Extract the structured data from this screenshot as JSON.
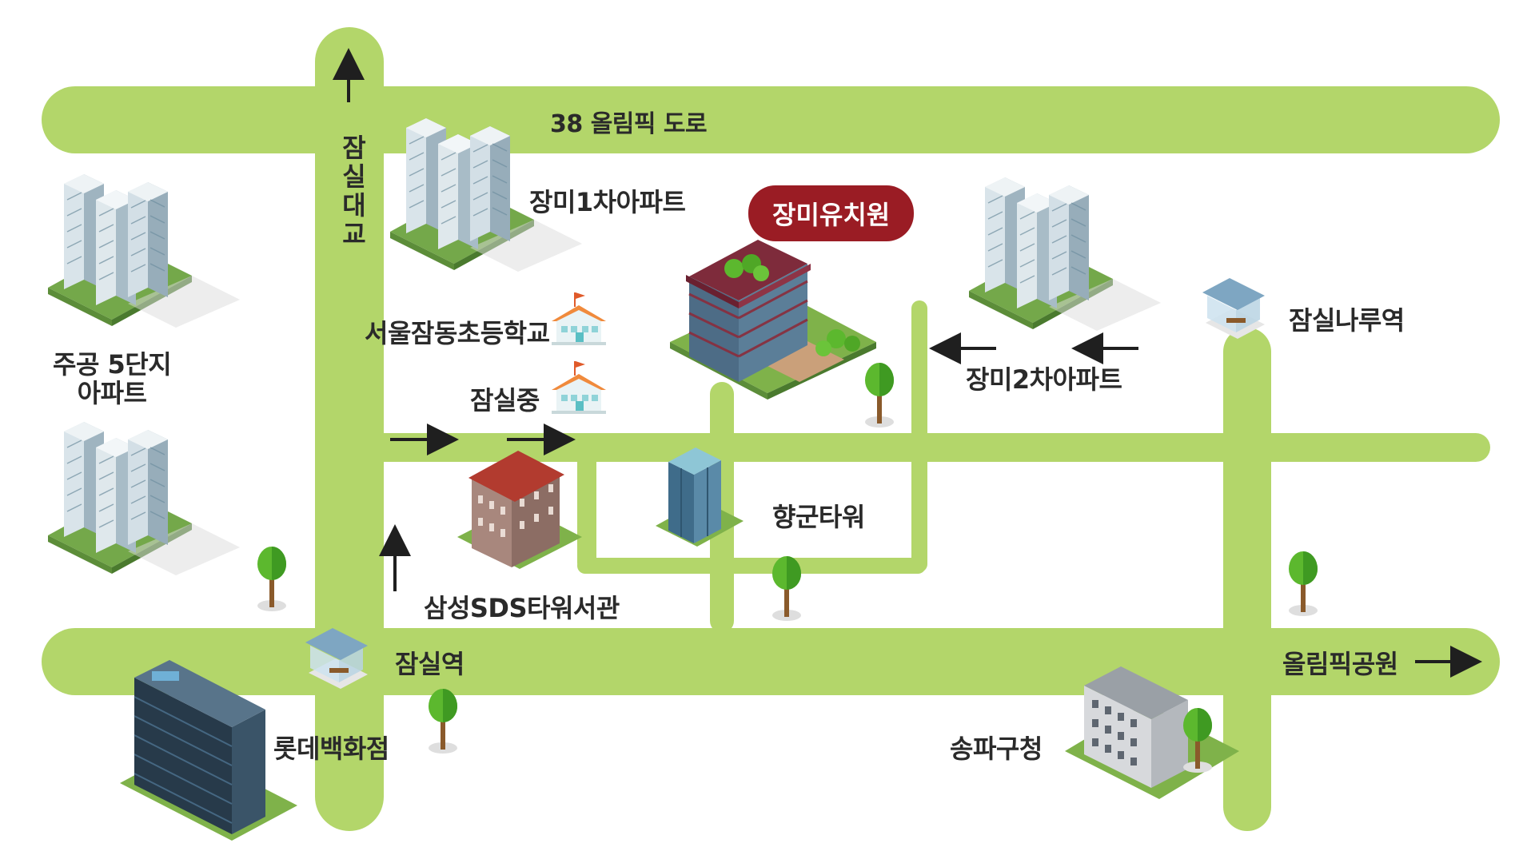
{
  "colors": {
    "road": "#b3d66a",
    "highlight": "#9a1c24",
    "tree": "#5cb82e",
    "trunk": "#8a5a2b",
    "arrow": "#1f1f1f"
  },
  "roads": {
    "top": "38 올림픽 도로",
    "bridge": "잠실대교"
  },
  "destination": "장미유치원",
  "places": {
    "jangmi1": "장미1차아파트",
    "school_elem": "서울잠동초등학교",
    "school_middle": "잠실중",
    "jugong5": "주공 5단지\n아파트",
    "jangmi2": "장미2차아파트",
    "jamsil_naru": "잠실나루역",
    "hyanggun": "향군타워",
    "samsung_sds": "삼성SDS타워서관",
    "jamsil_station": "잠실역",
    "olympic_park": "올림픽공원",
    "lotte": "롯데백화점",
    "songpa": "송파구청"
  },
  "icons": [
    "apartment-icon",
    "school-icon",
    "office-tower-icon",
    "brick-building-icon",
    "kindergarten-building-icon",
    "bus-stop-icon",
    "tree-icon",
    "glass-tower-icon",
    "office-block-icon",
    "direction-arrow-icon"
  ]
}
